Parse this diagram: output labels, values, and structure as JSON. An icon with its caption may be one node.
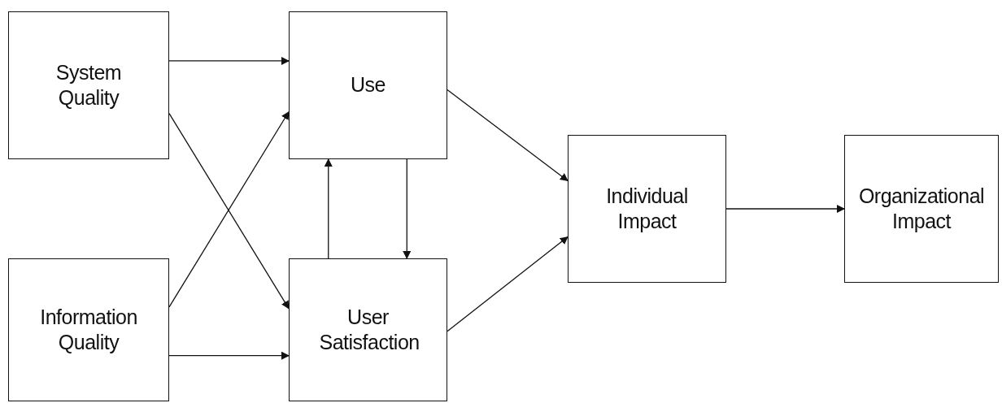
{
  "diagram": {
    "nodes": [
      {
        "text": [
          "System Quality"
        ]
      },
      {
        "text": [
          "Information Quality"
        ]
      },
      {
        "text": [
          "Use"
        ]
      },
      {
        "text": [
          "User Satisfaction"
        ]
      },
      {
        "text": [
          "Individual Impact"
        ]
      },
      {
        "text": [
          "Organizational Impact"
        ]
      }
    ],
    "edges": [
      {
        "from": 0,
        "to": 2,
        "arrow": "to"
      },
      {
        "from": 0,
        "to": 3,
        "arrow": "to"
      },
      {
        "from": 1,
        "to": 2,
        "arrow": "to"
      },
      {
        "from": 1,
        "to": 3,
        "arrow": "to"
      },
      {
        "from": 3,
        "to": 2,
        "arrow": "to"
      },
      {
        "from": 2,
        "to": 3,
        "arrow": "to"
      },
      {
        "from": 2,
        "to": 4,
        "arrow": "to"
      },
      {
        "from": 3,
        "to": 4,
        "arrow": "to"
      },
      {
        "from": 4,
        "to": 5,
        "arrow": "to"
      }
    ]
  }
}
